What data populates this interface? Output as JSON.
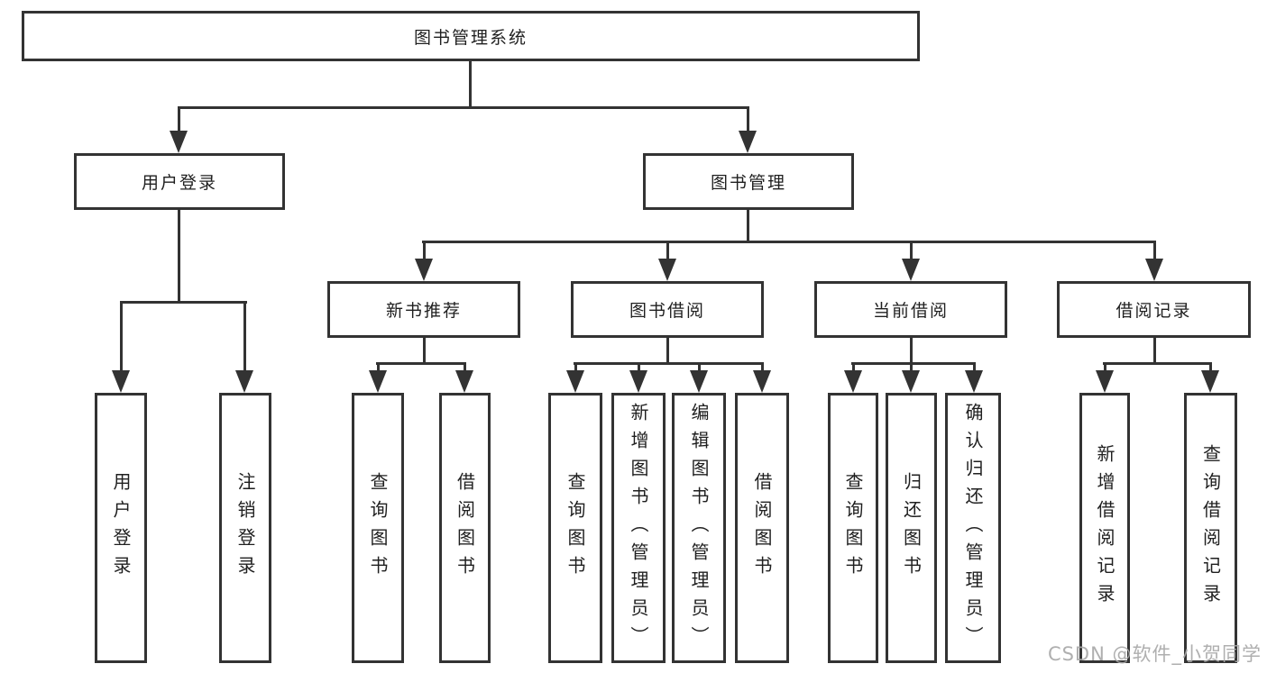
{
  "nodes": {
    "root": "图书管理系统",
    "user_login": "用户登录",
    "book_management": "图书管理",
    "new_book_recommend": "新书推荐",
    "book_borrow": "图书借阅",
    "current_borrow": "当前借阅",
    "borrow_record": "借阅记录",
    "ul_user_login": "用户登录",
    "ul_logout": "注销登录",
    "nb_query_book": "查询图书",
    "nb_borrow_book": "借阅图书",
    "bb_query_book": "查询图书",
    "bb_add_book": "新增图书（管理员）",
    "bb_edit_book": "编辑图书（管理员）",
    "bb_borrow_book": "借阅图书",
    "cb_query_book": "查询图书",
    "cb_return_book": "归还图书",
    "cb_confirm_return": "确认归还（管理员）",
    "br_add_record": "新增借阅记录",
    "br_query_record": "查询借阅记录"
  },
  "edges": [
    [
      "root",
      "user_login"
    ],
    [
      "root",
      "book_management"
    ],
    [
      "user_login",
      "ul_user_login"
    ],
    [
      "user_login",
      "ul_logout"
    ],
    [
      "book_management",
      "new_book_recommend"
    ],
    [
      "book_management",
      "book_borrow"
    ],
    [
      "book_management",
      "current_borrow"
    ],
    [
      "book_management",
      "borrow_record"
    ],
    [
      "new_book_recommend",
      "nb_query_book"
    ],
    [
      "new_book_recommend",
      "nb_borrow_book"
    ],
    [
      "book_borrow",
      "bb_query_book"
    ],
    [
      "book_borrow",
      "bb_add_book"
    ],
    [
      "book_borrow",
      "bb_edit_book"
    ],
    [
      "book_borrow",
      "bb_borrow_book"
    ],
    [
      "current_borrow",
      "cb_query_book"
    ],
    [
      "current_borrow",
      "cb_return_book"
    ],
    [
      "current_borrow",
      "cb_confirm_return"
    ],
    [
      "borrow_record",
      "br_add_record"
    ],
    [
      "borrow_record",
      "br_query_record"
    ]
  ],
  "watermark": "CSDN @软件_小贺同学",
  "colors": {
    "line": "#333333",
    "box_border": "#333333",
    "text": "#1f1f1f",
    "background": "#ffffff",
    "watermark": "#a8a8a8"
  }
}
